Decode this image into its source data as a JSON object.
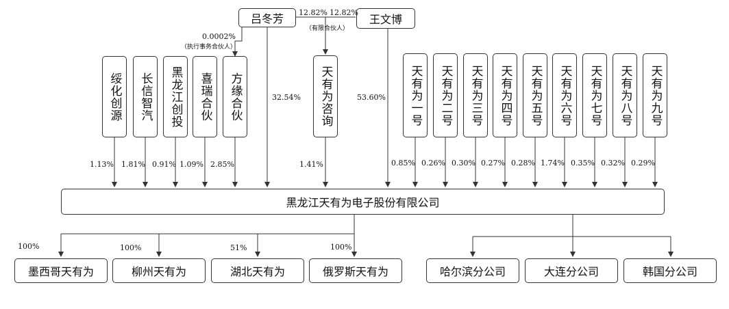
{
  "people": {
    "lv": "吕冬芳",
    "wang": "王文博",
    "lv_stake_in_zixun": "12.82%",
    "wang_stake_in_zixun": "12.82%",
    "zixun_partner_note": "（有限合伙人）",
    "lv_stake_in_fangyuan": "0.0002%",
    "fangyuan_partner_note": "（执行事务合伙人）"
  },
  "shareholders": [
    {
      "name": "绥化创源",
      "pct": "1.13%"
    },
    {
      "name": "长信智汽",
      "pct": "1.81%"
    },
    {
      "name": "黑龙江创投",
      "pct": "0.91%"
    },
    {
      "name": "喜瑞合伙",
      "pct": "1.09%"
    },
    {
      "name": "方缘合伙",
      "pct": "2.85%"
    },
    {
      "name": "天有为咨询",
      "pct": "1.41%"
    },
    {
      "name": "天有为一号",
      "pct": "0.85%"
    },
    {
      "name": "天有为二号",
      "pct": "0.26%"
    },
    {
      "name": "天有为三号",
      "pct": "0.30%"
    },
    {
      "name": "天有为四号",
      "pct": "0.27%"
    },
    {
      "name": "天有为五号",
      "pct": "0.28%"
    },
    {
      "name": "天有为六号",
      "pct": "1.74%"
    },
    {
      "name": "天有为七号",
      "pct": "0.35%"
    },
    {
      "name": "天有为八号",
      "pct": "0.32%"
    },
    {
      "name": "天有为九号",
      "pct": "0.29%"
    }
  ],
  "direct": {
    "lv_pct": "32.54%",
    "wang_pct": "53.60%"
  },
  "company": "黑龙江天有为电子股份有限公司",
  "subsidiaries": [
    {
      "name": "墨西哥天有为",
      "pct": "100%"
    },
    {
      "name": "柳州天有为",
      "pct": "100%"
    },
    {
      "name": "湖北天有为",
      "pct": "51%"
    },
    {
      "name": "俄罗斯天有为",
      "pct": "100%"
    }
  ],
  "branches": [
    {
      "name": "哈尔滨分公司"
    },
    {
      "name": "大连分公司"
    },
    {
      "name": "韩国分公司"
    }
  ]
}
